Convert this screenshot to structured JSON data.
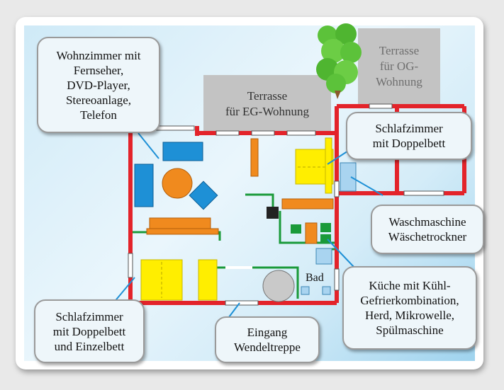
{
  "terraces": {
    "eg": "Terrasse\nfür EG-Wohnung",
    "og": "Terrasse\nfür OG-\nWohnung"
  },
  "callouts": {
    "wohnzimmer": "Wohnzimmer mit\nFernseher,\nDVD-Player,\nStereoanlage,\nTelefon",
    "schlafzimmer_oben": "Schlafzimmer\nmit Doppelbett",
    "waschmaschine": "Waschmaschine\nWäschetrockner",
    "kueche": "Küche mit Kühl-\nGefrierkombination,\nHerd, Mikrowelle,\nSpülmaschine",
    "schlafzimmer_unten": "Schlafzimmer\nmit Doppelbett\nund Einzelbett",
    "eingang": "Eingang\nWendeltreppe"
  },
  "room_labels": {
    "bad": "Bad"
  },
  "colors": {
    "wall": "#e3232a",
    "sofa": "#1e90d6",
    "table": "#f08a1e",
    "bed": "#ffee00",
    "partition": "#1a9a3a",
    "appliance": "#a9d4f0",
    "tree": "#5cc23a"
  }
}
